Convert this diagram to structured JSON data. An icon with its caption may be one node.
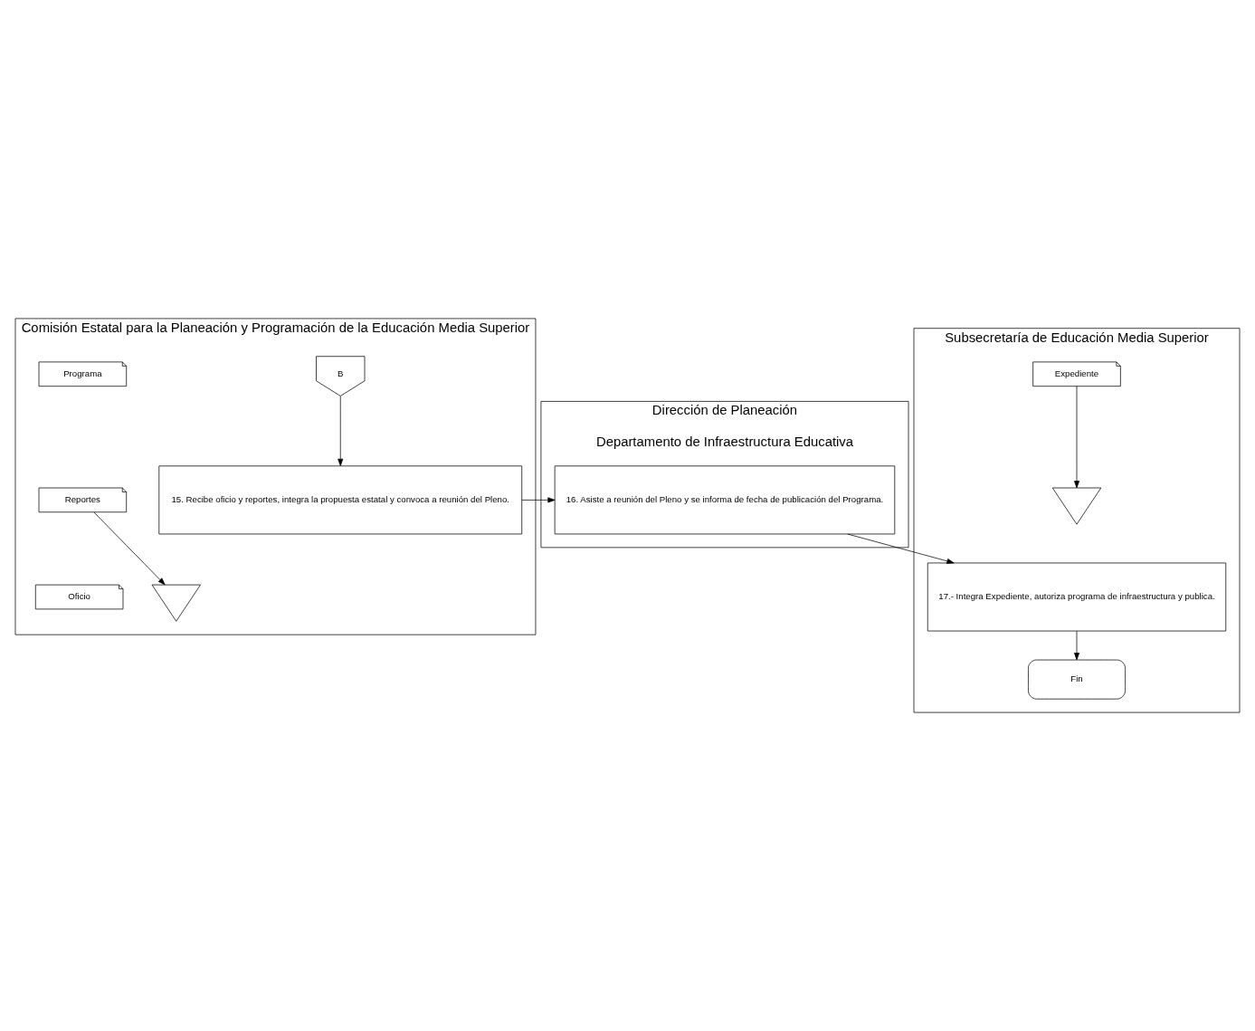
{
  "diagram": {
    "nodes": [
      {
        "text": [
          "Comisión Estatal para la Planeación y Programación de la Educación Media Superior"
        ]
      },
      {
        "text": [
          "Dirección de Planeación",
          "Departamento de Infraestructura Educativa"
        ]
      },
      {
        "text": [
          "Subsecretaría de Educación Media Superior"
        ]
      },
      {
        "text": [
          "B"
        ],
        "in": 0
      },
      {
        "text": [
          "15. Recibe oficio y reportes, integra la propuesta estatal y convoca a reunión del Pleno."
        ],
        "in": 0
      },
      {
        "text": [
          "Programa"
        ],
        "in": 0
      },
      {
        "text": [
          "Reportes"
        ],
        "in": 0
      },
      {
        "text": [
          "Oficio"
        ],
        "in": 0
      },
      {
        "text": [],
        "shape": "triangle",
        "in": 0
      },
      {
        "text": [
          "16. Asiste a reunión del Pleno y se informa de fecha de publicación del Programa."
        ],
        "in": 1
      },
      {
        "text": [
          "17.- Integra Expediente, autoriza programa de infraestructura y publica."
        ],
        "in": 2
      },
      {
        "text": [
          "Expediente"
        ],
        "in": 2
      },
      {
        "text": [],
        "shape": "triangle",
        "in": 2
      },
      {
        "text": [
          "Fin"
        ],
        "in": 2
      }
    ],
    "edges": [
      {
        "from": 3,
        "to": 4,
        "arrow": "to"
      },
      {
        "from": 4,
        "to": 9,
        "arrow": "to"
      },
      {
        "from": 6,
        "to": 8,
        "arrow": "to"
      },
      {
        "from": 9,
        "to": 10,
        "arrow": "to"
      },
      {
        "from": 11,
        "to": 12,
        "arrow": "to"
      },
      {
        "from": 10,
        "to": 13,
        "arrow": "to"
      }
    ]
  }
}
